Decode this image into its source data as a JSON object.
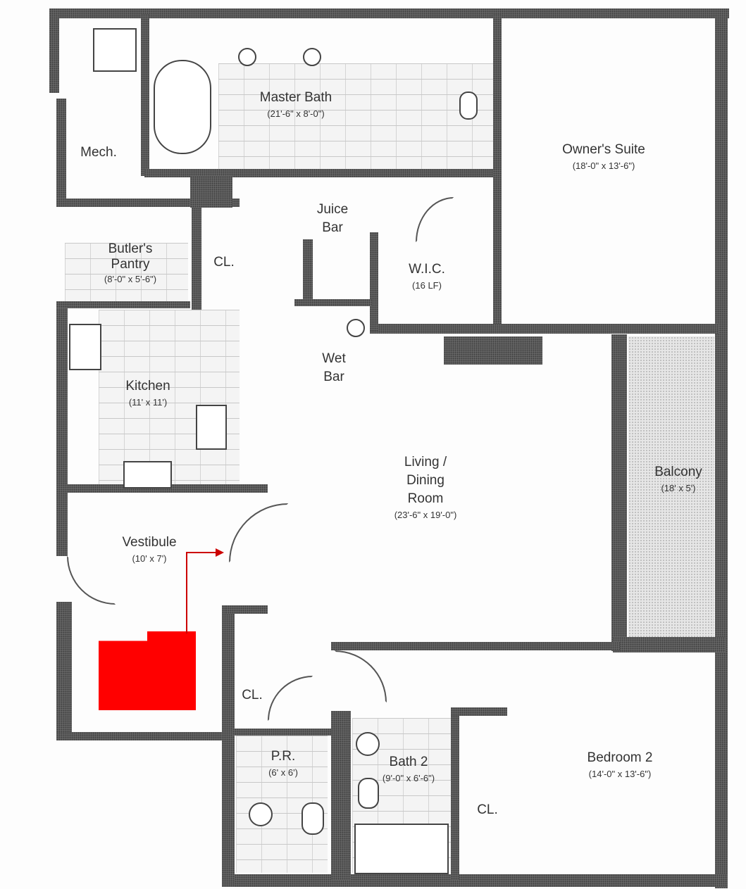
{
  "rooms": {
    "master_bath": {
      "name": "Master Bath",
      "dims": "(21'-6\" x 8'-0\")"
    },
    "mech": {
      "name": "Mech."
    },
    "owners_suite": {
      "name": "Owner's Suite",
      "dims": "(18'-0\" x 13'-6\")"
    },
    "juice_bar": {
      "name": "Juice Bar"
    },
    "butlers_pantry": {
      "name": "Butler's Pantry",
      "dims": "(8'-0\" x 5'-6\")"
    },
    "closet_1": {
      "name": "CL."
    },
    "wic": {
      "name": "W.I.C.",
      "dims": "(16 LF)"
    },
    "wet_bar": {
      "name": "Wet Bar"
    },
    "kitchen": {
      "name": "Kitchen",
      "dims": "(11' x 11')"
    },
    "living_dining": {
      "name": "Living / Dining Room",
      "dims": "(23'-6\" x 19'-0\")"
    },
    "balcony": {
      "name": "Balcony",
      "dims": "(18' x 5')"
    },
    "vestibule": {
      "name": "Vestibule",
      "dims": "(10' x 7')"
    },
    "closet_2": {
      "name": "CL."
    },
    "powder_room": {
      "name": "P.R.",
      "dims": "(6' x 6')"
    },
    "bath_2": {
      "name": "Bath 2",
      "dims": "(9'-0\" x 6'-6\")"
    },
    "closet_3": {
      "name": "CL."
    },
    "bedroom_2": {
      "name": "Bedroom 2",
      "dims": "(14'-0\" x 13'-6\")"
    }
  },
  "markers": {
    "elevator_color": "#ff0000",
    "arrow_color": "#cc0000"
  }
}
